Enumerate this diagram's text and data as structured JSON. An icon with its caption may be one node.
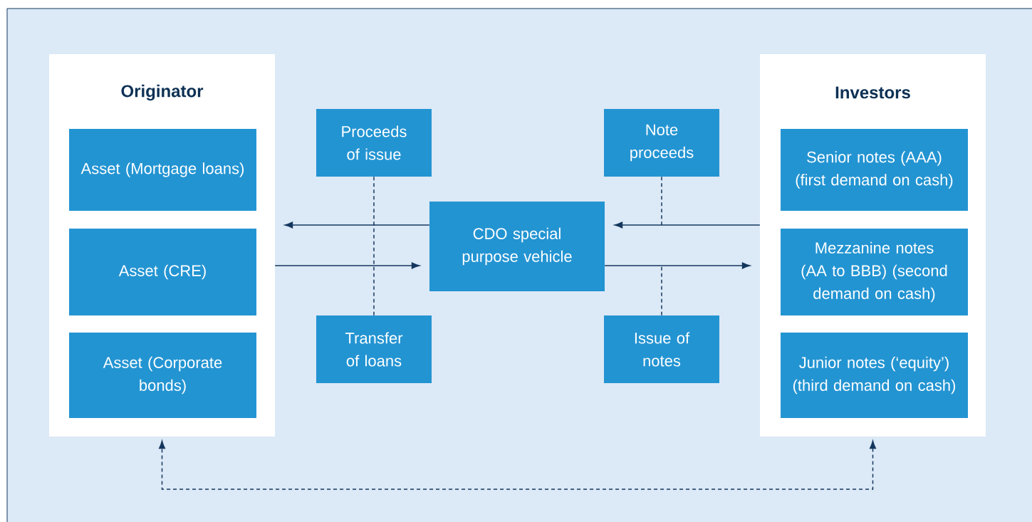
{
  "diagram": {
    "nodes": [
      {
        "text": [
          "Originator"
        ]
      },
      {
        "text": [
          "Asset (Mortgage loans)"
        ],
        "in": 0
      },
      {
        "text": [
          "Asset (CRE)"
        ],
        "in": 0
      },
      {
        "text": [
          "Asset (Corporate bonds)"
        ],
        "in": 0
      },
      {
        "text": [
          "Proceeds of issue"
        ]
      },
      {
        "text": [
          "Note proceeds"
        ]
      },
      {
        "text": [
          "CDO special purpose vehicle"
        ]
      },
      {
        "text": [
          "Transfer of loans"
        ]
      },
      {
        "text": [
          "Issue of notes"
        ]
      },
      {
        "text": [
          "Investors"
        ]
      },
      {
        "text": [
          "Senior notes (AAA) (first demand on cash)"
        ],
        "in": 9
      },
      {
        "text": [
          "Mezzanine notes (AA to BBB) (second demand on cash)"
        ],
        "in": 9
      },
      {
        "text": [
          "Junior notes (‘equity’) (third demand on cash)"
        ],
        "in": 9
      }
    ],
    "edges": [
      {
        "from": 6,
        "to": 0,
        "arrow": "to"
      },
      {
        "from": 0,
        "to": 6,
        "arrow": "to"
      },
      {
        "from": 9,
        "to": 6,
        "arrow": "to"
      },
      {
        "from": 6,
        "to": 9,
        "arrow": "to"
      },
      {
        "from": 4,
        "to": null,
        "arrow": "none",
        "style": "dashed"
      },
      {
        "from": 7,
        "to": null,
        "arrow": "none",
        "style": "dashed"
      },
      {
        "from": 5,
        "to": null,
        "arrow": "none",
        "style": "dashed"
      },
      {
        "from": 8,
        "to": null,
        "arrow": "none",
        "style": "dashed"
      },
      {
        "from": 9,
        "to": 0,
        "arrow": "both",
        "style": "dashed"
      }
    ]
  }
}
